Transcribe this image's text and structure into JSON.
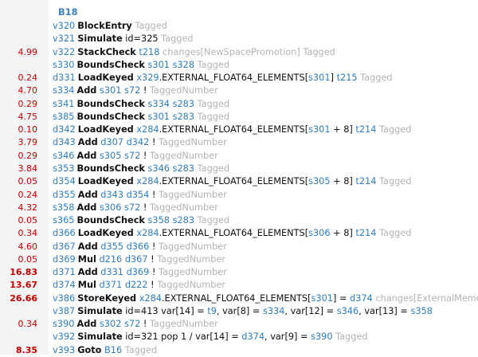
{
  "block": "B18",
  "rows": [
    {
      "cost": "",
      "bold": false,
      "id": "v320",
      "op": "BlockEntry",
      "parts": [
        {
          "t": "Tagged",
          "c": "dim"
        }
      ]
    },
    {
      "cost": "",
      "bold": false,
      "id": "v321",
      "op": "Simulate",
      "parts": [
        {
          "t": "id=325",
          "c": "tok"
        },
        {
          "t": "Tagged",
          "c": "dim"
        }
      ]
    },
    {
      "cost": "4.99",
      "bold": false,
      "id": "v322",
      "op": "StackCheck",
      "parts": [
        {
          "t": "t218",
          "c": "ref"
        },
        {
          "t": "changes[NewSpacePromotion]",
          "c": "dim"
        },
        {
          "t": "Tagged",
          "c": "dim"
        }
      ]
    },
    {
      "cost": "",
      "bold": false,
      "id": "s330",
      "op": "BoundsCheck",
      "parts": [
        {
          "t": "s301",
          "c": "ref"
        },
        {
          "t": "s328",
          "c": "ref"
        },
        {
          "t": "Tagged",
          "c": "dim"
        }
      ]
    },
    {
      "cost": "0.24",
      "bold": false,
      "id": "d331",
      "op": "LoadKeyed",
      "parts": [
        {
          "t": "x329",
          "c": "ref"
        },
        {
          "t": ".EXTERNAL_FLOAT64_ELEMENTS[",
          "c": "tok",
          "nosp": true
        },
        {
          "t": "s301",
          "c": "ref",
          "nosp": true
        },
        {
          "t": "]",
          "c": "tok",
          "nosp": true
        },
        {
          "t": "t215",
          "c": "ref"
        },
        {
          "t": "Tagged",
          "c": "dim"
        }
      ]
    },
    {
      "cost": "4.70",
      "bold": false,
      "id": "s334",
      "op": "Add",
      "parts": [
        {
          "t": "s301",
          "c": "ref"
        },
        {
          "t": "s72",
          "c": "ref"
        },
        {
          "t": "!",
          "c": "tok"
        },
        {
          "t": "TaggedNumber",
          "c": "dim"
        }
      ]
    },
    {
      "cost": "0.29",
      "bold": false,
      "id": "s341",
      "op": "BoundsCheck",
      "parts": [
        {
          "t": "s334",
          "c": "ref"
        },
        {
          "t": "s283",
          "c": "ref"
        },
        {
          "t": "Tagged",
          "c": "dim"
        }
      ]
    },
    {
      "cost": "4.75",
      "bold": false,
      "id": "s385",
      "op": "BoundsCheck",
      "parts": [
        {
          "t": "s301",
          "c": "ref"
        },
        {
          "t": "s283",
          "c": "ref"
        },
        {
          "t": "Tagged",
          "c": "dim"
        }
      ]
    },
    {
      "cost": "0.10",
      "bold": false,
      "id": "d342",
      "op": "LoadKeyed",
      "parts": [
        {
          "t": "x284",
          "c": "ref"
        },
        {
          "t": ".EXTERNAL_FLOAT64_ELEMENTS[",
          "c": "tok",
          "nosp": true
        },
        {
          "t": "s301",
          "c": "ref",
          "nosp": true
        },
        {
          "t": "+ 8]",
          "c": "tok"
        },
        {
          "t": "t214",
          "c": "ref"
        },
        {
          "t": "Tagged",
          "c": "dim"
        }
      ]
    },
    {
      "cost": "3.79",
      "bold": false,
      "id": "d343",
      "op": "Add",
      "parts": [
        {
          "t": "d307",
          "c": "ref"
        },
        {
          "t": "d342",
          "c": "ref"
        },
        {
          "t": "!",
          "c": "tok"
        },
        {
          "t": "TaggedNumber",
          "c": "dim"
        }
      ]
    },
    {
      "cost": "0.29",
      "bold": false,
      "id": "s346",
      "op": "Add",
      "parts": [
        {
          "t": "s305",
          "c": "ref"
        },
        {
          "t": "s72",
          "c": "ref"
        },
        {
          "t": "!",
          "c": "tok"
        },
        {
          "t": "TaggedNumber",
          "c": "dim"
        }
      ]
    },
    {
      "cost": "3.84",
      "bold": false,
      "id": "s353",
      "op": "BoundsCheck",
      "parts": [
        {
          "t": "s346",
          "c": "ref"
        },
        {
          "t": "s283",
          "c": "ref"
        },
        {
          "t": "Tagged",
          "c": "dim"
        }
      ]
    },
    {
      "cost": "0.05",
      "bold": false,
      "id": "d354",
      "op": "LoadKeyed",
      "parts": [
        {
          "t": "x284",
          "c": "ref"
        },
        {
          "t": ".EXTERNAL_FLOAT64_ELEMENTS[",
          "c": "tok",
          "nosp": true
        },
        {
          "t": "s305",
          "c": "ref",
          "nosp": true
        },
        {
          "t": "+ 8]",
          "c": "tok"
        },
        {
          "t": "t214",
          "c": "ref"
        },
        {
          "t": "Tagged",
          "c": "dim"
        }
      ]
    },
    {
      "cost": "0.24",
      "bold": false,
      "id": "d355",
      "op": "Add",
      "parts": [
        {
          "t": "d343",
          "c": "ref"
        },
        {
          "t": "d354",
          "c": "ref"
        },
        {
          "t": "!",
          "c": "tok"
        },
        {
          "t": "TaggedNumber",
          "c": "dim"
        }
      ]
    },
    {
      "cost": "4.32",
      "bold": false,
      "id": "s358",
      "op": "Add",
      "parts": [
        {
          "t": "s306",
          "c": "ref"
        },
        {
          "t": "s72",
          "c": "ref"
        },
        {
          "t": "!",
          "c": "tok"
        },
        {
          "t": "TaggedNumber",
          "c": "dim"
        }
      ]
    },
    {
      "cost": "0.05",
      "bold": false,
      "id": "s365",
      "op": "BoundsCheck",
      "parts": [
        {
          "t": "s358",
          "c": "ref"
        },
        {
          "t": "s283",
          "c": "ref"
        },
        {
          "t": "Tagged",
          "c": "dim"
        }
      ]
    },
    {
      "cost": "0.34",
      "bold": false,
      "id": "d366",
      "op": "LoadKeyed",
      "parts": [
        {
          "t": "x284",
          "c": "ref"
        },
        {
          "t": ".EXTERNAL_FLOAT64_ELEMENTS[",
          "c": "tok",
          "nosp": true
        },
        {
          "t": "s306",
          "c": "ref",
          "nosp": true
        },
        {
          "t": "+ 8]",
          "c": "tok"
        },
        {
          "t": "t214",
          "c": "ref"
        },
        {
          "t": "Tagged",
          "c": "dim"
        }
      ]
    },
    {
      "cost": "4.60",
      "bold": false,
      "id": "d367",
      "op": "Add",
      "parts": [
        {
          "t": "d355",
          "c": "ref"
        },
        {
          "t": "d366",
          "c": "ref"
        },
        {
          "t": "!",
          "c": "tok"
        },
        {
          "t": "TaggedNumber",
          "c": "dim"
        }
      ]
    },
    {
      "cost": "0.05",
      "bold": false,
      "id": "d369",
      "op": "Mul",
      "parts": [
        {
          "t": "d216",
          "c": "ref"
        },
        {
          "t": "d367",
          "c": "ref"
        },
        {
          "t": "!",
          "c": "tok"
        },
        {
          "t": "TaggedNumber",
          "c": "dim"
        }
      ]
    },
    {
      "cost": "16.83",
      "bold": true,
      "id": "d371",
      "op": "Add",
      "parts": [
        {
          "t": "d331",
          "c": "ref"
        },
        {
          "t": "d369",
          "c": "ref"
        },
        {
          "t": "!",
          "c": "tok"
        },
        {
          "t": "TaggedNumber",
          "c": "dim"
        }
      ]
    },
    {
      "cost": "13.67",
      "bold": true,
      "id": "d374",
      "op": "Mul",
      "parts": [
        {
          "t": "d371",
          "c": "ref"
        },
        {
          "t": "d222",
          "c": "ref"
        },
        {
          "t": "!",
          "c": "tok"
        },
        {
          "t": "TaggedNumber",
          "c": "dim"
        }
      ]
    },
    {
      "cost": "26.66",
      "bold": true,
      "id": "v386",
      "op": "StoreKeyed",
      "parts": [
        {
          "t": "x284",
          "c": "ref"
        },
        {
          "t": ".EXTERNAL_FLOAT64_ELEMENTS[",
          "c": "tok",
          "nosp": true
        },
        {
          "t": "s301",
          "c": "ref",
          "nosp": true
        },
        {
          "t": "] =",
          "c": "tok",
          "nosp": true
        },
        {
          "t": "d374",
          "c": "ref"
        },
        {
          "t": "changes[ExternalMemo",
          "c": "dim"
        }
      ]
    },
    {
      "cost": "",
      "bold": false,
      "id": "v387",
      "op": "Simulate",
      "parts": [
        {
          "t": "id=413 var[14] =",
          "c": "tok"
        },
        {
          "t": "t9",
          "c": "ref"
        },
        {
          "t": ", var[8] =",
          "c": "tok",
          "nosp": true
        },
        {
          "t": "s334",
          "c": "ref"
        },
        {
          "t": ", var[12] =",
          "c": "tok",
          "nosp": true
        },
        {
          "t": "s346",
          "c": "ref"
        },
        {
          "t": ", var[13] =",
          "c": "tok",
          "nosp": true
        },
        {
          "t": "s358",
          "c": "ref"
        }
      ]
    },
    {
      "cost": "0.34",
      "bold": false,
      "id": "s390",
      "op": "Add",
      "parts": [
        {
          "t": "s302",
          "c": "ref"
        },
        {
          "t": "s72",
          "c": "ref"
        },
        {
          "t": "!",
          "c": "tok"
        },
        {
          "t": "TaggedNumber",
          "c": "dim"
        }
      ]
    },
    {
      "cost": "",
      "bold": false,
      "id": "v392",
      "op": "Simulate",
      "parts": [
        {
          "t": "id=321 pop 1 / var[14] =",
          "c": "tok"
        },
        {
          "t": "d374",
          "c": "ref"
        },
        {
          "t": ", var[9] =",
          "c": "tok",
          "nosp": true
        },
        {
          "t": "s390",
          "c": "ref"
        },
        {
          "t": "Tagged",
          "c": "dim"
        }
      ]
    },
    {
      "cost": "8.35",
      "bold": true,
      "id": "v393",
      "op": "Goto",
      "parts": [
        {
          "t": "B16",
          "c": "ref"
        },
        {
          "t": "Tagged",
          "c": "dim"
        }
      ]
    }
  ]
}
